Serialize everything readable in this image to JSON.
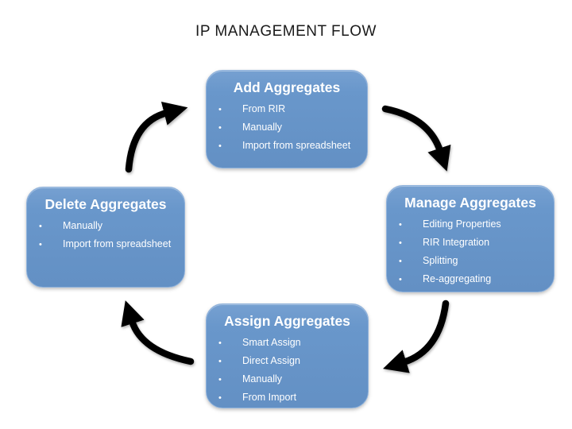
{
  "title": "IP MANAGEMENT FLOW",
  "glyphs": {
    "bullet": "•"
  },
  "colors": {
    "box_fill": "#6997CB",
    "box_border": "#8FB2DC",
    "box_text": "#FFFFFF",
    "arrow": "#000000",
    "title_text": "#1A1A1A",
    "background": "#FFFFFF"
  },
  "nodes": [
    {
      "title": "Add Aggregates",
      "items": [
        "From RIR",
        "Manually",
        "Import from spreadsheet"
      ]
    },
    {
      "title": "Manage Aggregates",
      "items": [
        "Editing Properties",
        "RIR Integration",
        "Splitting",
        "Re-aggregating"
      ]
    },
    {
      "title": "Assign Aggregates",
      "items": [
        "Smart Assign",
        "Direct Assign",
        "Manually",
        "From Import"
      ]
    },
    {
      "title": "Delete Aggregates",
      "items": [
        "Manually",
        "Import from spreadsheet"
      ]
    }
  ],
  "arrows": [
    {
      "from": "Add Aggregates",
      "to": "Manage Aggregates"
    },
    {
      "from": "Manage Aggregates",
      "to": "Assign Aggregates"
    },
    {
      "from": "Assign Aggregates",
      "to": "Delete Aggregates"
    },
    {
      "from": "Delete Aggregates",
      "to": "Add Aggregates"
    }
  ]
}
